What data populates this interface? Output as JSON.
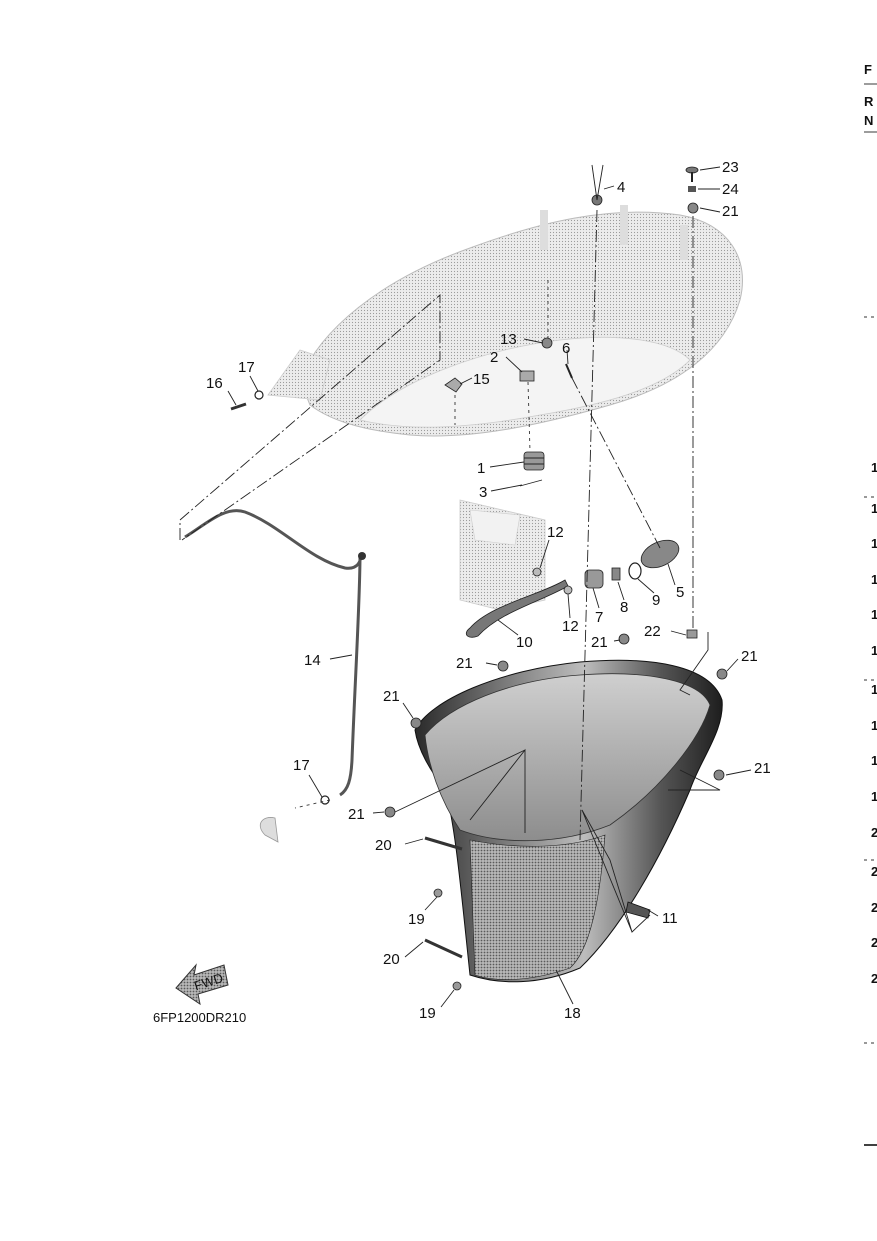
{
  "figure_code": "6FP1200DR210",
  "fwd_label": "FWD",
  "callouts": [
    "1",
    "2",
    "3",
    "4",
    "5",
    "6",
    "7",
    "8",
    "9",
    "10",
    "11",
    "12",
    "12",
    "13",
    "14",
    "15",
    "16",
    "17",
    "17",
    "18",
    "19",
    "19",
    "20",
    "20",
    "21",
    "21",
    "21",
    "21",
    "21",
    "21",
    "21",
    "22",
    "23",
    "24"
  ],
  "right_edge": {
    "header": [
      "F",
      "R",
      "N"
    ],
    "rows": [
      "1",
      "1",
      "1",
      "1",
      "1",
      "1",
      "1",
      "1",
      "1",
      "1",
      "2",
      "2",
      "2",
      "2",
      "2"
    ]
  }
}
